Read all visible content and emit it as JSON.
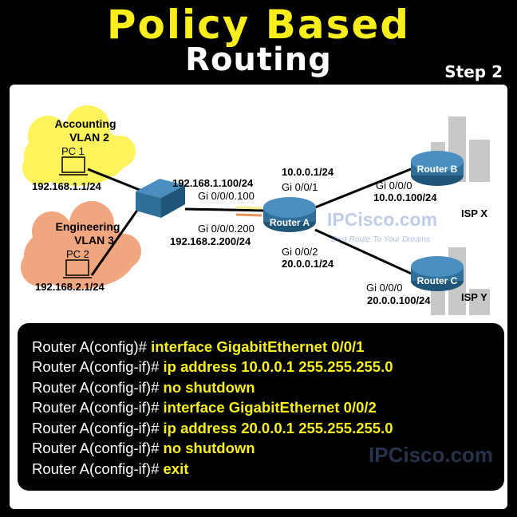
{
  "title": {
    "line1": "Policy Based",
    "line2": "Routing",
    "step": "Step 2"
  },
  "diagram": {
    "accounting": {
      "name": "Accounting",
      "vlan": "VLAN 2",
      "pc": "PC 1",
      "ip": "192.168.1.1/24"
    },
    "engineering": {
      "name": "Engineering",
      "vlan": "VLAN 3",
      "pc": "PC 2",
      "ip": "192.168.2.1/24"
    },
    "subif1": {
      "ip": "192.168.1.100/24",
      "iface": "Gi 0/0/0.100"
    },
    "subif2": {
      "iface": "Gi 0/0/0.200",
      "ip": "192.168.2.200/24"
    },
    "router_a": {
      "label": "Router A",
      "g1_ip": "10.0.0.1/24",
      "g1": "Gi 0/0/1",
      "g2": "Gi 0/0/2",
      "g2_ip": "20.0.0.1/24"
    },
    "router_b": {
      "label": "Router B",
      "iface": "Gi 0/0/0",
      "ip": "10.0.0.100/24",
      "isp": "ISP X"
    },
    "router_c": {
      "label": "Router C",
      "iface": "Gi 0/0/0",
      "ip": "20.0.0.100/24",
      "isp": "ISP Y"
    },
    "watermark": {
      "site": "IPCisco.com",
      "tagline": "Best Route To Your Dreams"
    },
    "colors": {
      "accounting": "#fdf35a",
      "engineering": "#f0a67e",
      "device": "#2f6f99"
    }
  },
  "code": [
    {
      "prompt": "Router A(config)# ",
      "cmd": "interface GigabitEthernet 0/0/1"
    },
    {
      "prompt": "Router A(config-if)# ",
      "cmd": "ip address 10.0.0.1 255.255.255.0"
    },
    {
      "prompt": "Router A(config-if)# ",
      "cmd": "no shutdown"
    },
    {
      "prompt": "Router A(config-if)# ",
      "cmd": "interface GigabitEthernet 0/0/2"
    },
    {
      "prompt": "Router A(config-if)# ",
      "cmd": "ip address 20.0.0.1 255.255.255.0"
    },
    {
      "prompt": "Router A(config-if)# ",
      "cmd": "no shutdown"
    },
    {
      "prompt": "Router A(config-if)# ",
      "cmd": "exit"
    }
  ],
  "code_watermark": "IPCisco.com"
}
